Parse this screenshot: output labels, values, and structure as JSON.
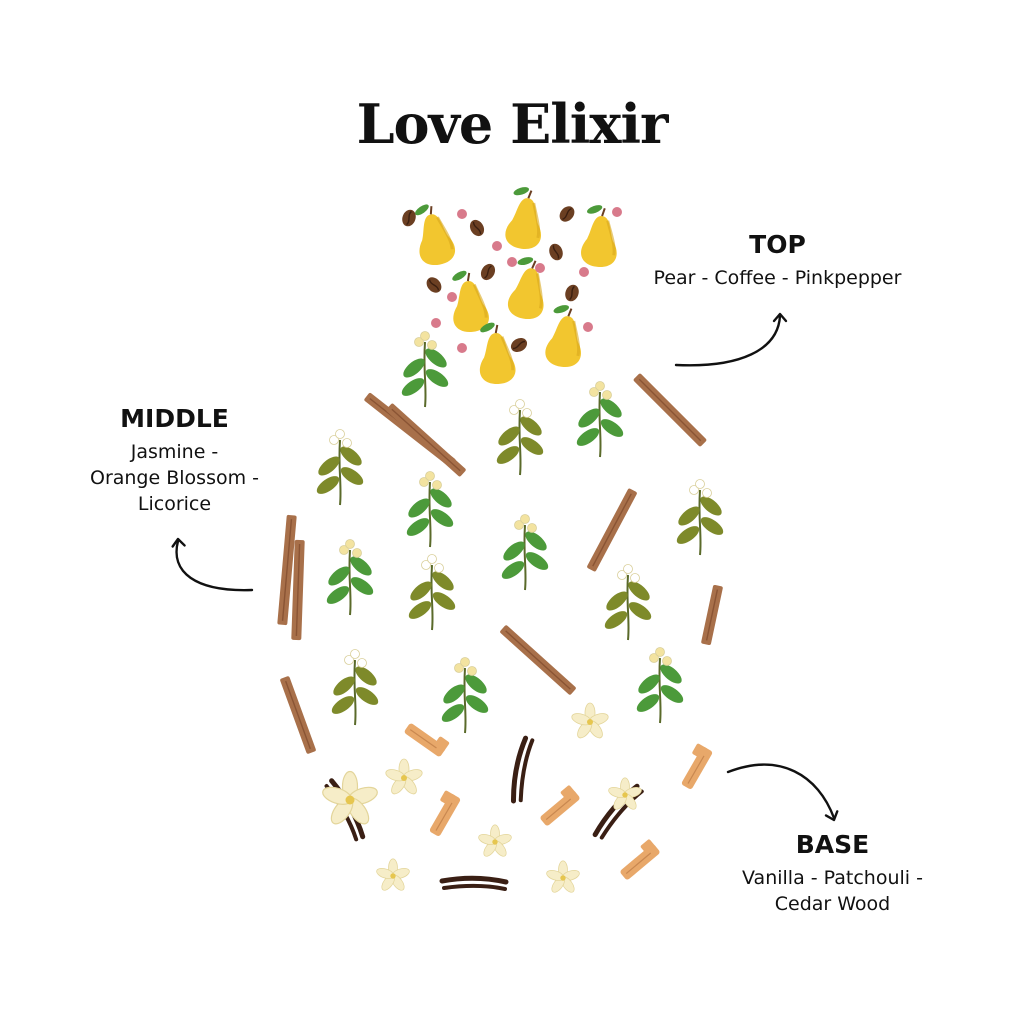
{
  "title": "Love Elixir",
  "notes": {
    "top": {
      "heading": "TOP",
      "lines": [
        "Pear - Coffee - Pinkpepper"
      ]
    },
    "middle": {
      "heading": "MIDDLE",
      "lines": [
        "Jasmine -",
        "Orange Blossom -",
        "Licorice"
      ]
    },
    "base": {
      "heading": "BASE",
      "lines": [
        "Vanilla - Patchouli -",
        "Cedar Wood"
      ]
    }
  },
  "colors": {
    "pear": "#F2C62F",
    "pear_shade": "#D9A91E",
    "leaf": "#4C9A3A",
    "leaf_olive": "#7E8A2A",
    "coffee": "#6B3F22",
    "pinkpepper": "#D87A8B",
    "licorice": "#A8704A",
    "vanilla_pod": "#3A1F14",
    "vanilla_flower": "#F6EDC8",
    "cedar": "#E8A86A",
    "blossom": "#F3E3A0",
    "arrow": "#111111"
  }
}
